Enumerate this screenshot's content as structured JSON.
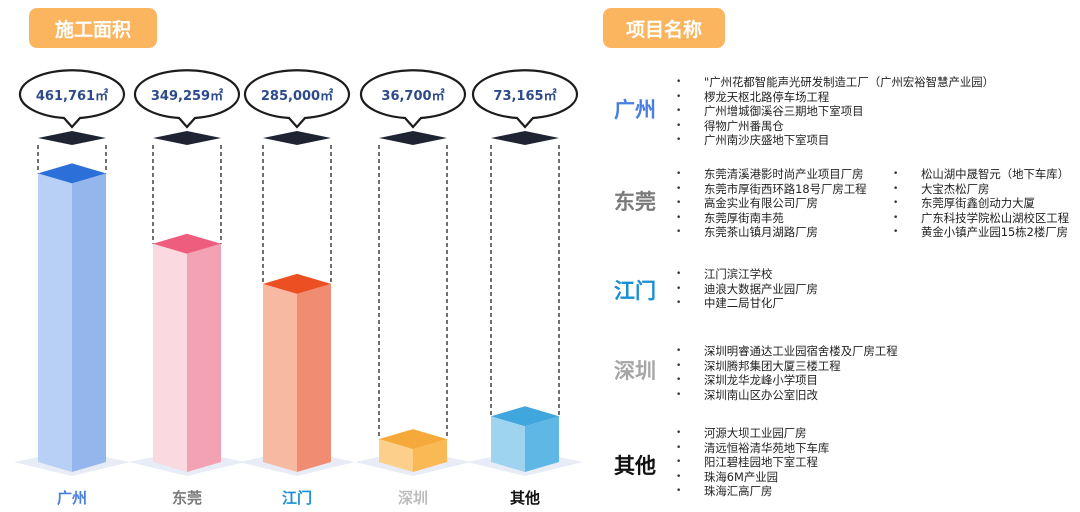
{
  "headers": {
    "left": "施工面积",
    "right": "项目名称"
  },
  "colors": {
    "header_bg": "#fbb55f",
    "guangzhou": "#4a7fe0",
    "dongguan": "#f06a88",
    "jiangmen": "#ef5a30",
    "shenzhen": "#f6a93b",
    "other": "#3fa6de"
  },
  "chart_data": {
    "type": "bar",
    "categories": [
      "广州",
      "东莞",
      "江门",
      "深圳",
      "其他"
    ],
    "values": [
      461761,
      349259,
      285000,
      36700,
      73165
    ],
    "value_labels": [
      "461,761㎡",
      "349,259㎡",
      "285,000㎡",
      "36,700㎡",
      "73,165㎡"
    ],
    "unit": "㎡",
    "category_colors": [
      "#4a7fe0",
      "#7a7a7a",
      "#1a8fd6",
      "#bdbdbd",
      "#111111"
    ],
    "bar_colors": [
      {
        "front": "#b9d0f6",
        "side": "#94b6ec",
        "top": "#2c6fd8"
      },
      {
        "front": "#fbd9e0",
        "side": "#f3a2b3",
        "top": "#ee5d7d"
      },
      {
        "front": "#f8b9a3",
        "side": "#f08c72",
        "top": "#ec4f22"
      },
      {
        "front": "#fcd08a",
        "side": "#f9ba55",
        "top": "#f6a93b"
      },
      {
        "front": "#9fd4f1",
        "side": "#5fb7e6",
        "top": "#3fa6de"
      }
    ],
    "ylim": [
      0,
      480000
    ]
  },
  "regions": [
    {
      "name": "广州",
      "color": "#4a7fe0",
      "projects": [
        "\"广州花都智能声光研发制造工厂（广州宏裕智慧产业园）",
        "椤龙天枢北路停车场工程",
        "广州增城御溪谷三期地下室项目",
        "得物广州番禺仓",
        "广州南沙庆盛地下室项目"
      ]
    },
    {
      "name": "东莞",
      "color": "#7a7a7a",
      "projects": [
        "东莞清溪港影时尚产业项目厂房",
        "东莞市厚街西环路18号厂房工程",
        "高金实业有限公司厂房",
        "东莞厚街南丰苑",
        "东莞茶山镇月湖路厂房"
      ],
      "projects_col2": [
        "松山湖中晟智元（地下车库）",
        "大宝杰松厂房",
        "东莞厚街鑫创动力大厦",
        "广东科技学院松山湖校区工程",
        "黄金小镇产业园15栋2楼厂房"
      ]
    },
    {
      "name": "江门",
      "color": "#1a8fd6",
      "projects": [
        "江门滨江学校",
        "迪浪大数据产业园厂房",
        "中建二局甘化厂"
      ]
    },
    {
      "name": "深圳",
      "color": "#a6a6a6",
      "projects": [
        "深圳明睿通达工业园宿舍楼及厂房工程",
        "深圳腾邦集团大厦三楼工程",
        "深圳龙华龙峰小学项目",
        "深圳南山区办公室旧改"
      ]
    },
    {
      "name": "其他",
      "color": "#111111",
      "projects": [
        "河源大坝工业园厂房",
        "清远恒裕清华苑地下车库",
        "阳江碧桂园地下室工程",
        "珠海6M产业园",
        "珠海汇高厂房"
      ]
    }
  ]
}
